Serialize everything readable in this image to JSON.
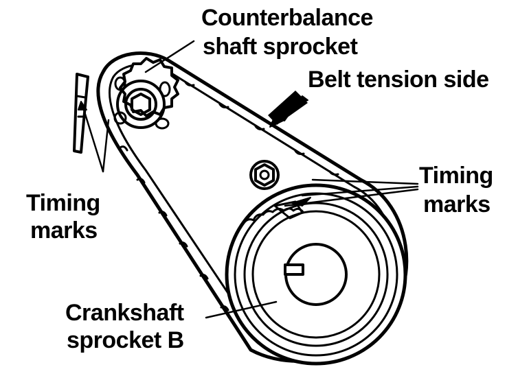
{
  "labels": {
    "counterbalance_line1": "Counterbalance",
    "counterbalance_line2": "shaft sprocket",
    "belt_tension": "Belt tension side",
    "timing_left_line1": "Timing",
    "timing_left_line2": "marks",
    "timing_right_line1": "Timing",
    "timing_right_line2": "marks",
    "crank_line1": "Crankshaft",
    "crank_line2": "sprocket B"
  },
  "colors": {
    "ink": "#000000",
    "paper": "#ffffff"
  }
}
